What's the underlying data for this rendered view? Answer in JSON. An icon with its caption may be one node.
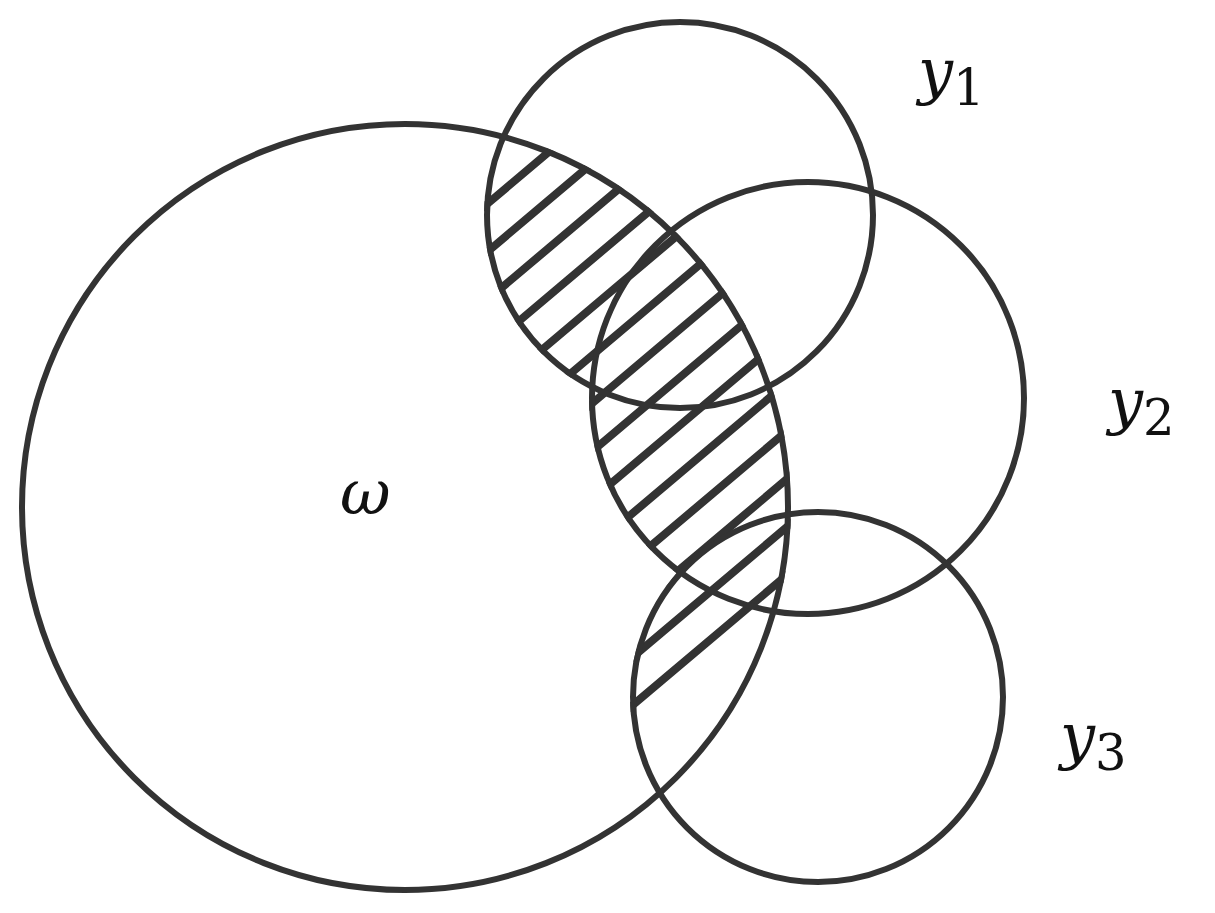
{
  "diagram": {
    "nodes": [
      {
        "text": [
          "ω"
        ]
      },
      {
        "text": [
          "*y*$_{1}$"
        ]
      },
      {
        "text": [
          "*y*$_{2}$"
        ]
      },
      {
        "text": [
          "*y*$_{3}$"
        ]
      }
    ]
  }
}
